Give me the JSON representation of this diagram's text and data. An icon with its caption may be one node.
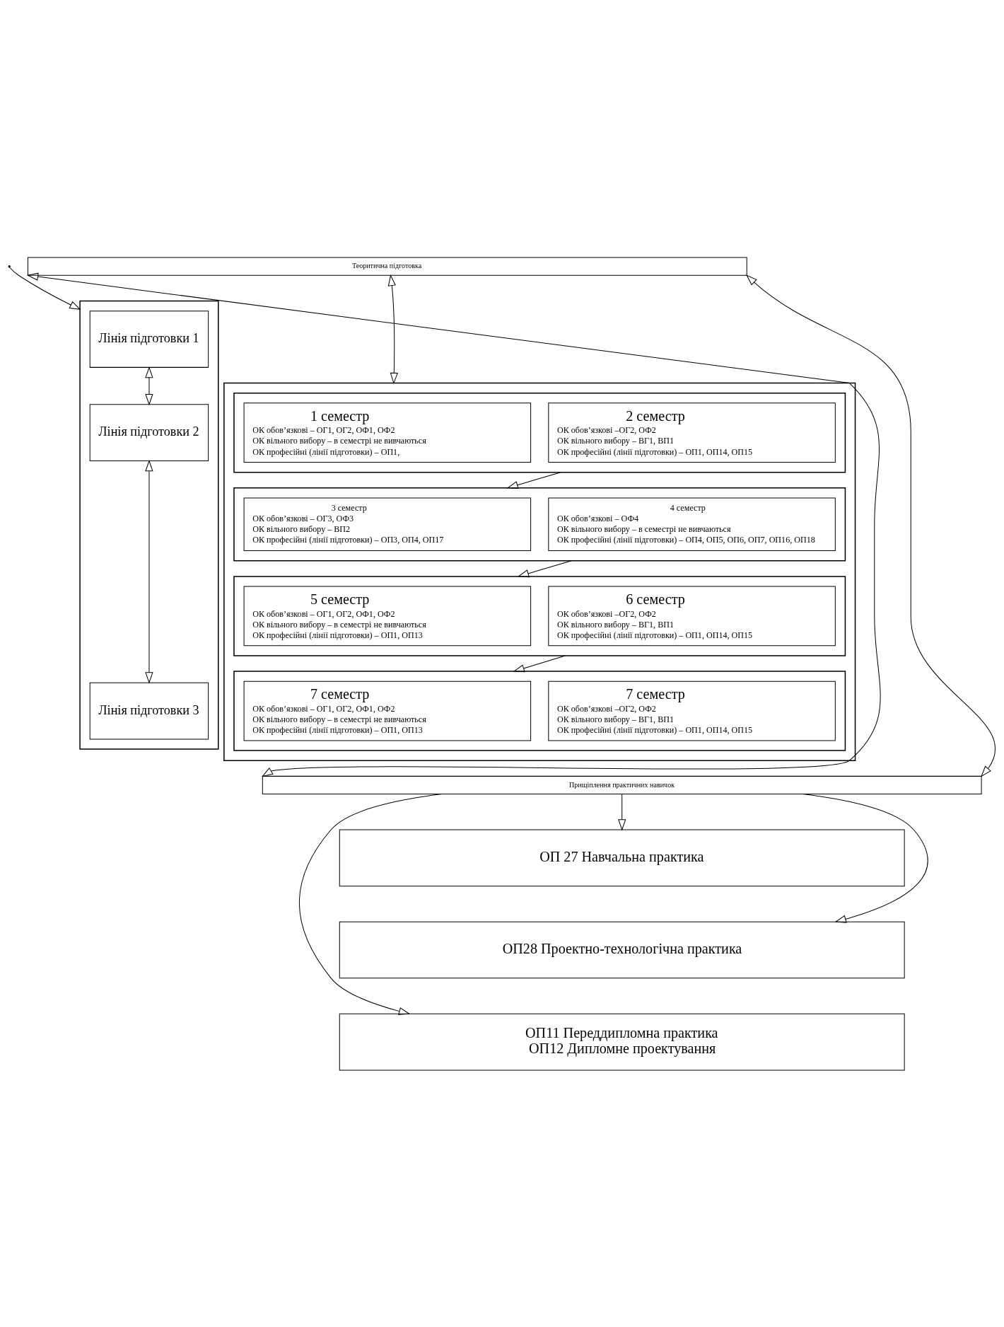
{
  "diagram": {
    "nodes": [
      {
        "text": [
          "Теоритична підготовка"
        ]
      },
      {
        "text": [],
        "shape": "box"
      },
      {
        "text": [
          "Лінія підготовки 1"
        ],
        "in": 1
      },
      {
        "text": [
          "Лінія підготовки 2"
        ],
        "in": 1
      },
      {
        "text": [
          "Лінія підготовки 3"
        ],
        "in": 1
      },
      {
        "text": [],
        "shape": "box"
      },
      {
        "text": [],
        "shape": "box",
        "in": 5
      },
      {
        "text": [
          "1 семестр",
          "ОК обов’язкові – ОГ1, ОГ2, ОФ1, ОФ2",
          "ОК вільного вибору – в семестрі не вивчаються",
          "ОК професійні (лінії підготовки) – ОП1,"
        ],
        "in": 6
      },
      {
        "text": [
          "2 семестр",
          "ОК обов’язкові –ОГ2, ОФ2",
          "ОК вільного вибору – ВГ1, ВП1",
          "ОК професійні (лінії підготовки) – ОП1, ОП14, ОП15"
        ],
        "in": 6
      },
      {
        "text": [],
        "shape": "box",
        "in": 5
      },
      {
        "text": [
          "3 семестр",
          "ОК обов’язкові – ОГ3, ОФ3",
          "ОК вільного вибору – ВП2",
          "ОК професійні (лінії підготовки) – ОП3, ОП4, ОП17"
        ],
        "in": 9
      },
      {
        "text": [
          "4 семестр",
          "ОК обов’язкові – ОФ4",
          "ОК вільного вибору – в семестрі не вивчаються",
          "ОК професійні (лінії підготовки) – ОП4, ОП5, ОП6, ОП7, ОП16, ОП18"
        ],
        "in": 9
      },
      {
        "text": [],
        "shape": "box",
        "in": 5
      },
      {
        "text": [
          "5 семестр",
          "ОК обов’язкові – ОГ1, ОГ2, ОФ1, ОФ2",
          "ОК вільного вибору – в семестрі не вивчаються",
          "ОК професійні (лінії підготовки) – ОП1, ОП13"
        ],
        "in": 12
      },
      {
        "text": [
          "6 семестр",
          "ОК обов’язкові –ОГ2, ОФ2",
          "ОК вільного вибору – ВГ1, ВП1",
          "ОК професійні (лінії підготовки) – ОП1, ОП14, ОП15"
        ],
        "in": 12
      },
      {
        "text": [],
        "shape": "box",
        "in": 5
      },
      {
        "text": [
          "7 семестр",
          "ОК обов’язкові – ОГ1, ОГ2, ОФ1, ОФ2",
          "ОК вільного вибору – в семестрі не вивчаються",
          "ОК професійні (лінії підготовки) – ОП1, ОП13"
        ],
        "in": 15
      },
      {
        "text": [
          "7 семестр",
          "ОК обов’язкові –ОГ2, ОФ2",
          "ОК вільного вибору – ВГ1, ВП1",
          "ОК професійні (лінії підготовки) – ОП1, ОП14, ОП15"
        ],
        "in": 15
      },
      {
        "text": [
          "Прищіплення практичних навичок"
        ]
      },
      {
        "text": [
          "ОП 27 Навчальна практика"
        ]
      },
      {
        "text": [
          "ОП28 Проектно-технологічна практика"
        ]
      },
      {
        "text": [
          "ОП11 Переддипломна практика",
          "ОП12 Дипломне проектування"
        ]
      }
    ],
    "edges": [
      {
        "from": 0,
        "to": 5,
        "arrow": "both"
      },
      {
        "from": 0,
        "to": 18,
        "arrow": "both"
      },
      {
        "from": 0,
        "to": 18,
        "arrow": "both"
      },
      {
        "from": null,
        "to": 1,
        "arrow": "to"
      },
      {
        "from": 2,
        "to": 3,
        "arrow": "both"
      },
      {
        "from": 3,
        "to": 4,
        "arrow": "both"
      },
      {
        "from": 6,
        "to": 9,
        "arrow": "to"
      },
      {
        "from": 9,
        "to": 12,
        "arrow": "to"
      },
      {
        "from": 12,
        "to": 15,
        "arrow": "to"
      },
      {
        "from": 18,
        "to": 19,
        "arrow": "to"
      },
      {
        "from": 18,
        "to": 20,
        "arrow": "to"
      },
      {
        "from": 18,
        "to": 21,
        "arrow": "to"
      }
    ]
  }
}
